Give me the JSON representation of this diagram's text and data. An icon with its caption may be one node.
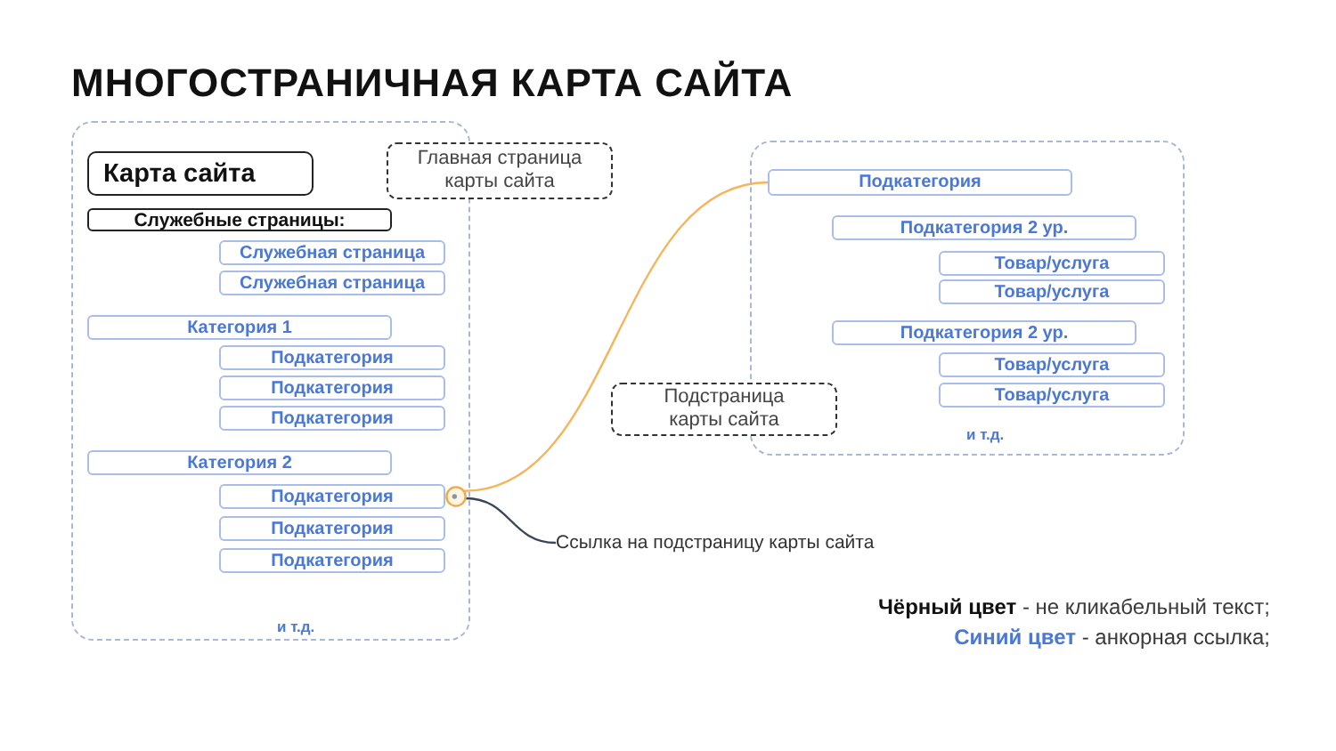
{
  "diagram": {
    "title": "МНОГОСТРАНИЧНАЯ КАРТА САЙТА",
    "nodes": [
      {
        "text": [
          "Главная страница карты сайта"
        ]
      },
      {
        "text": [
          "Карта сайта"
        ],
        "in": 0
      },
      {
        "text": [
          "Служебные страницы:"
        ],
        "in": 0
      },
      {
        "text": [
          "Служебная страница"
        ],
        "in": 0
      },
      {
        "text": [
          "Служебная страница"
        ],
        "in": 0
      },
      {
        "text": [
          "Категория 1"
        ],
        "in": 0
      },
      {
        "text": [
          "Подкатегория"
        ],
        "in": 0
      },
      {
        "text": [
          "Подкатегория"
        ],
        "in": 0
      },
      {
        "text": [
          "Подкатегория"
        ],
        "in": 0
      },
      {
        "text": [
          "Категория 2"
        ],
        "in": 0
      },
      {
        "text": [
          "Подкатегория"
        ],
        "in": 0
      },
      {
        "text": [
          "Подкатегория"
        ],
        "in": 0
      },
      {
        "text": [
          "Подкатегория"
        ],
        "in": 0
      },
      {
        "text": [
          "Подстраница карты сайта"
        ]
      },
      {
        "text": [
          "Подкатегория"
        ],
        "in": 13
      },
      {
        "text": [
          "Подкатегория 2 ур."
        ],
        "in": 13
      },
      {
        "text": [
          "Товар/услуга"
        ],
        "in": 13
      },
      {
        "text": [
          "Товар/услуга"
        ],
        "in": 13
      },
      {
        "text": [
          "Подкатегория 2 ур."
        ],
        "in": 13
      },
      {
        "text": [
          "Товар/услуга"
        ],
        "in": 13
      },
      {
        "text": [
          "Товар/услуга"
        ],
        "in": 13
      },
      {
        "text": [
          "Ссылка на подстраницу карты сайта"
        ]
      },
      {
        "text": [],
        "shape": "circle",
        "in": 0
      }
    ],
    "edges": [
      {
        "from": 22,
        "to": 14,
        "arrow": "none",
        "color": "#f5b55c"
      },
      {
        "from": 21,
        "to": 22,
        "arrow": "none",
        "color": "#3a4556"
      }
    ],
    "labels": [
      "и т.д.",
      "и т.д."
    ],
    "legend": [
      {
        "text": "**Чёрный цвет** - не кликабельный текст;",
        "color": "#111111"
      },
      {
        "text": "**Синий цвет** - анкорная ссылка;",
        "color": "#4a78d4"
      }
    ]
  }
}
